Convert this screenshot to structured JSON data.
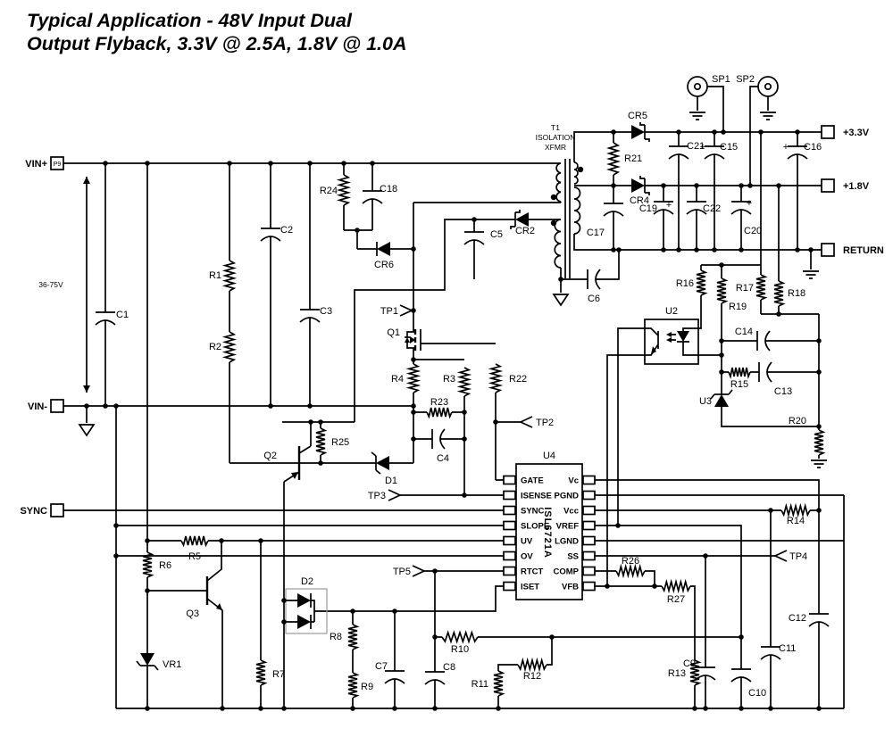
{
  "title": {
    "line1": "Typical Application - 48V Input Dual",
    "line2": "Output Flyback, 3.3V @ 2.5A, 1.8V @ 1.0A"
  },
  "terminals": {
    "vin_plus": "VIN+",
    "vin_plus_pin": "P9",
    "vin_minus": "VIN-",
    "sync": "SYNC",
    "out_3v3": "+3.3V",
    "out_1v8": "+1.8V",
    "return": "RETURN",
    "input_range": "36-75V"
  },
  "transformer": {
    "ref": "T1",
    "line1": "ISOLATION",
    "line2": "XFMR"
  },
  "ic_u4": {
    "ref": "U4",
    "part": "ISL6721A",
    "left_pins": [
      "GATE",
      "ISENSE",
      "SYNC",
      "SLOPE",
      "UV",
      "OV",
      "RTCT",
      "ISET"
    ],
    "right_pins": [
      "Vc",
      "PGND",
      "Vcc",
      "VREF",
      "LGND",
      "SS",
      "COMP",
      "VFB"
    ]
  },
  "ic_u2": {
    "ref": "U2"
  },
  "ic_u3": {
    "ref": "U3"
  },
  "plus": "+",
  "refs": {
    "r1": "R1",
    "r2": "R2",
    "r3": "R3",
    "r4": "R4",
    "r5": "R5",
    "r6": "R6",
    "r7": "R7",
    "r8": "R8",
    "r9": "R9",
    "r10": "R10",
    "r11": "R11",
    "r12": "R12",
    "r13": "R13",
    "r14": "R14",
    "r15": "R15",
    "r16": "R16",
    "r17": "R17",
    "r18": "R18",
    "r19": "R19",
    "r20": "R20",
    "r21": "R21",
    "r22": "R22",
    "r23": "R23",
    "r24": "R24",
    "r25": "R25",
    "r26": "R26",
    "r27": "R27",
    "c1": "C1",
    "c2": "C2",
    "c3": "C3",
    "c4": "C4",
    "c5": "C5",
    "c6": "C6",
    "c7": "C7",
    "c8": "C8",
    "c9": "C9",
    "c10": "C10",
    "c11": "C11",
    "c12": "C12",
    "c13": "C13",
    "c14": "C14",
    "c15": "C15",
    "c16": "C16",
    "c17": "C17",
    "c18": "C18",
    "c19": "C19",
    "c20": "C20",
    "c21": "C21",
    "c22": "C22",
    "cr2": "CR2",
    "cr4": "CR4",
    "cr5": "CR5",
    "cr6": "CR6",
    "d1": "D1",
    "d2": "D2",
    "vr1": "VR1",
    "q1": "Q1",
    "q2": "Q2",
    "q3": "Q3"
  },
  "test_points": {
    "tp1": "TP1",
    "tp2": "TP2",
    "tp3": "TP3",
    "tp4": "TP4",
    "tp5": "TP5"
  },
  "scope_probes": {
    "sp1": "SP1",
    "sp2": "SP2"
  },
  "colors": {
    "line": "#000000",
    "background": "#ffffff"
  }
}
